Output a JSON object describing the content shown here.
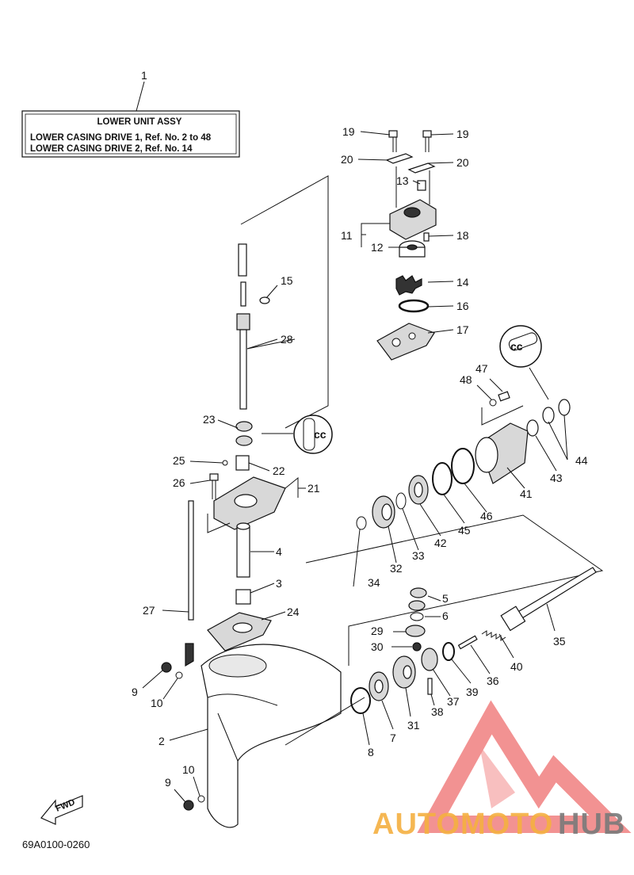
{
  "header_box": {
    "title": "LOWER UNIT ASSY",
    "line1": "LOWER CASING DRIVE 1, Ref. No. 2 to 48",
    "line2": "LOWER CASING DRIVE 2, Ref. No. 14"
  },
  "fwd_label": "FWD",
  "diagram_code": "69A0100-0260",
  "watermark": {
    "part1": "AUTOMOTO",
    "part2": "HUB",
    "color1": "#f5b041",
    "color2": "#7a7a7a",
    "logo_color": "#f08080"
  },
  "labels": [
    "1",
    "2",
    "3",
    "4",
    "5",
    "6",
    "7",
    "8",
    "9",
    "10",
    "9",
    "10",
    "11",
    "12",
    "13",
    "14",
    "15",
    "16",
    "17",
    "18",
    "19",
    "19",
    "20",
    "20",
    "21",
    "22",
    "23",
    "24",
    "25",
    "26",
    "27",
    "28",
    "29",
    "30",
    "31",
    "32",
    "33",
    "34",
    "35",
    "36",
    "37",
    "38",
    "39",
    "40",
    "41",
    "42",
    "43",
    "44",
    "45",
    "46",
    "47",
    "48"
  ]
}
